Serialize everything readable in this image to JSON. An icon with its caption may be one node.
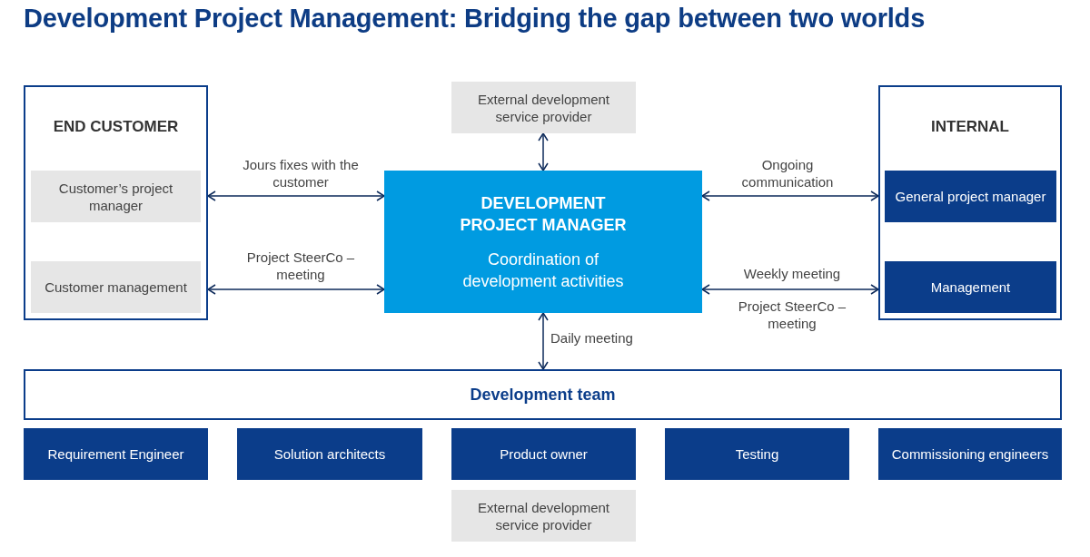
{
  "diagram": {
    "title": "Development Project Management: Bridging the gap between two worlds",
    "nodes": [
      {
        "text": [
          "END CUSTOMER"
        ]
      },
      {
        "text": [
          "Customer’s project manager"
        ],
        "in": 0
      },
      {
        "text": [
          "Customer management"
        ],
        "in": 0
      },
      {
        "text": [
          "External development service provider"
        ]
      },
      {
        "text": [
          "DEVELOPMENT PROJECT MANAGER",
          "Coordination of development activities"
        ]
      },
      {
        "text": [
          "INTERNAL"
        ]
      },
      {
        "text": [
          "General project manager"
        ],
        "in": 5
      },
      {
        "text": [
          "Management"
        ],
        "in": 5
      },
      {
        "text": [
          "Development team"
        ]
      },
      {
        "text": [
          "Requirement Engineer"
        ]
      },
      {
        "text": [
          "Solution architects"
        ]
      },
      {
        "text": [
          "Product owner"
        ]
      },
      {
        "text": [
          "Testing"
        ]
      },
      {
        "text": [
          "Commissioning engineers"
        ]
      },
      {
        "text": [
          "External development service provider"
        ]
      }
    ],
    "edges": [
      {
        "from": 0,
        "to": 4,
        "arrow": "both",
        "label": "Jours fixes with the customer"
      },
      {
        "from": 0,
        "to": 4,
        "arrow": "both",
        "label": "Project SteerCo – meeting"
      },
      {
        "from": 3,
        "to": 4,
        "arrow": "both"
      },
      {
        "from": 4,
        "to": 5,
        "arrow": "both",
        "label": "Ongoing communication"
      },
      {
        "from": 4,
        "to": 5,
        "arrow": "both",
        "label": "Weekly meeting"
      },
      {
        "from": 4,
        "to": 8,
        "arrow": "both",
        "label": "Daily meeting"
      }
    ],
    "labels": [
      "Project SteerCo – meeting"
    ]
  }
}
